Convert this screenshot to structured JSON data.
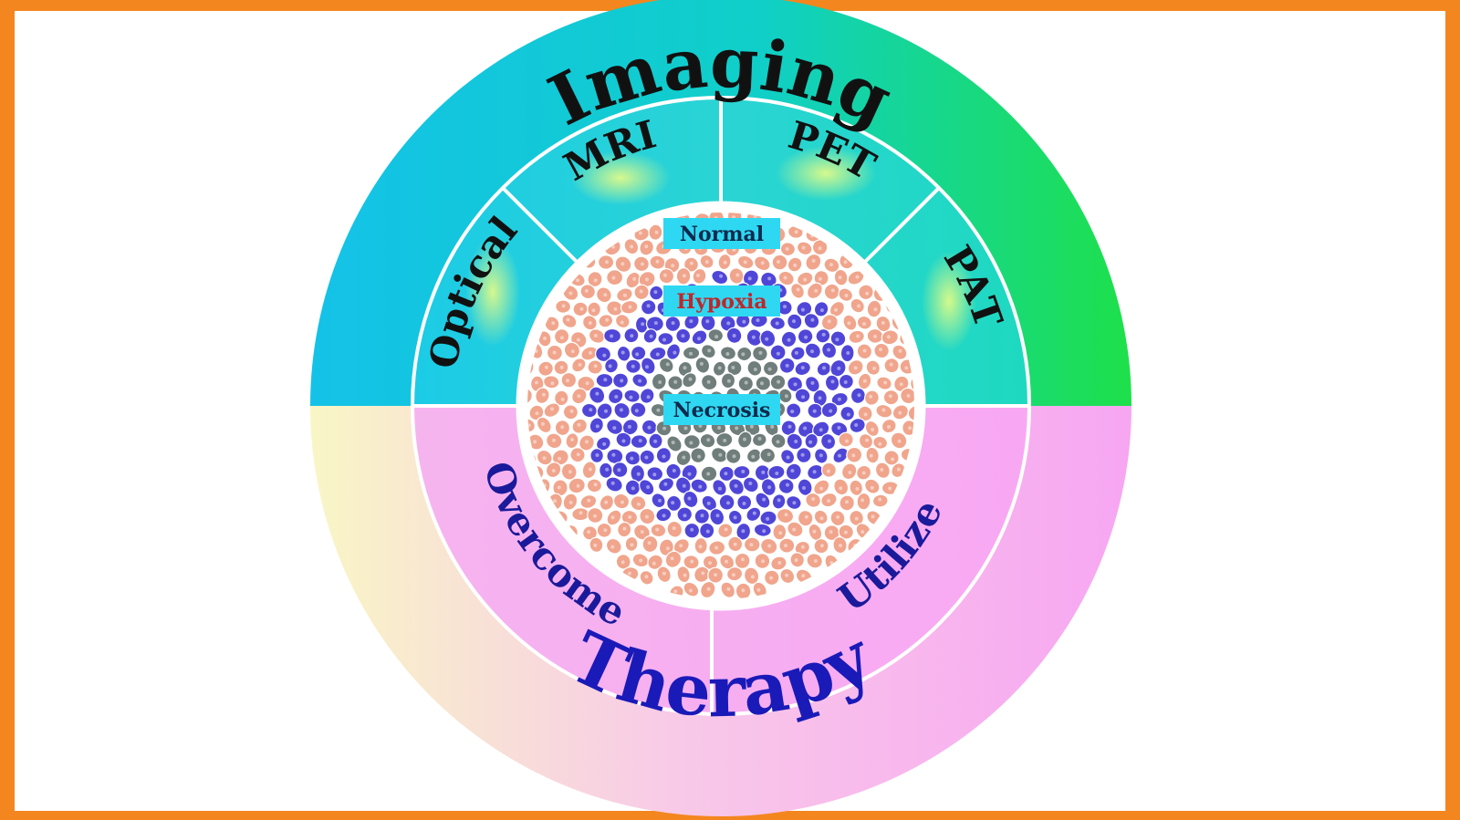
{
  "diagram": {
    "outer_top_label": "Imaging",
    "outer_bottom_label": "Therapy",
    "imaging_modalities": [
      {
        "label": "Optical"
      },
      {
        "label": "MRI"
      },
      {
        "label": "PET"
      },
      {
        "label": "PAT"
      }
    ],
    "therapy_strategies": [
      {
        "label": "Overcome"
      },
      {
        "label": "Utilize"
      }
    ],
    "tumor_zones": [
      {
        "label": "Normal",
        "label_color": "#0d2a4d",
        "cell_color": "#f0a58c"
      },
      {
        "label": "Hypoxia",
        "label_color": "#c0262b",
        "cell_color": "#4f46d8"
      },
      {
        "label": "Necrosis",
        "label_color": "#0d2a4d",
        "cell_color": "#6f7d7b"
      }
    ]
  },
  "colors": {
    "frame": "#f4861f",
    "imaging_cyan": "#10c8e2",
    "imaging_green": "#22d84a",
    "therapy_pink": "#f7a4f1",
    "therapy_cream": "#f9f5c5",
    "zone_label_bg": "#2fd8f2",
    "imaging_text": "#111111",
    "therapy_text": "#1a1ab8"
  }
}
